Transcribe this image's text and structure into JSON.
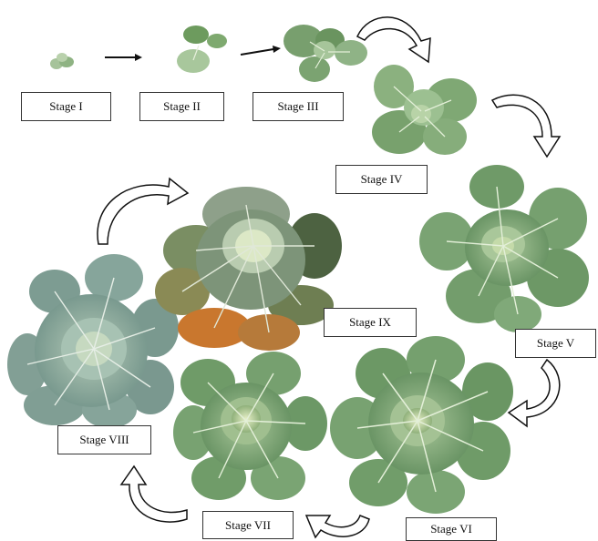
{
  "stages": [
    {
      "id": "I",
      "label": "Stage I"
    },
    {
      "id": "II",
      "label": "Stage II"
    },
    {
      "id": "III",
      "label": "Stage III"
    },
    {
      "id": "IV",
      "label": "Stage IV"
    },
    {
      "id": "V",
      "label": "Stage V"
    },
    {
      "id": "VI",
      "label": "Stage VI"
    },
    {
      "id": "VII",
      "label": "Stage VII"
    },
    {
      "id": "VIII",
      "label": "Stage VIII"
    },
    {
      "id": "IX",
      "label": "Stage IX"
    }
  ],
  "colors": {
    "leaf_light": "#9fc08f",
    "leaf_mid": "#6f9a66",
    "leaf_dark": "#4e7a4e",
    "vein": "#e3efd8",
    "head": "#cfe0b0",
    "senescent": "#c9772e"
  }
}
